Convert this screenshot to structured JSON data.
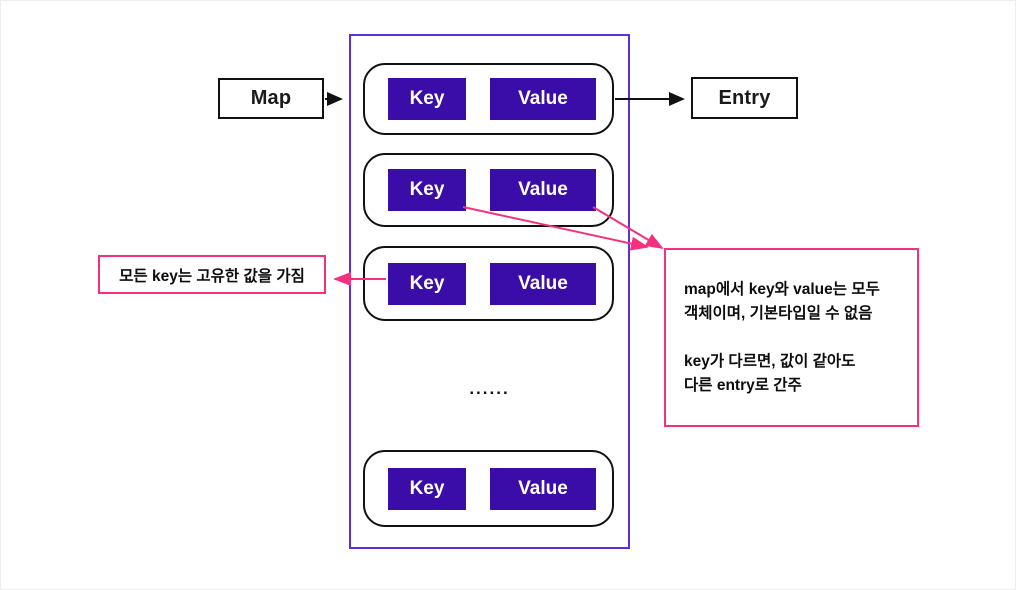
{
  "colors": {
    "purple_fill": "#3B0DA8",
    "container_border": "#5D2DE0",
    "pink": "#F5317F",
    "black": "#1A1A1A"
  },
  "map_node": {
    "label": "Map"
  },
  "entry_node": {
    "label": "Entry"
  },
  "bucket": {
    "rows": [
      {
        "key": "Key",
        "value": "Value"
      },
      {
        "key": "Key",
        "value": "Value"
      },
      {
        "key": "Key",
        "value": "Value"
      },
      {
        "key": "Key",
        "value": "Value"
      }
    ],
    "ellipsis": "......"
  },
  "notes": {
    "left": "모든 key는 고유한 값을 가짐",
    "right_paragraph1": "map에서 key와 value는 모두\n객체이며, 기본타입일 수 없음",
    "right_paragraph2": "key가 다르면, 값이 같아도\n다른 entry로 간주"
  }
}
